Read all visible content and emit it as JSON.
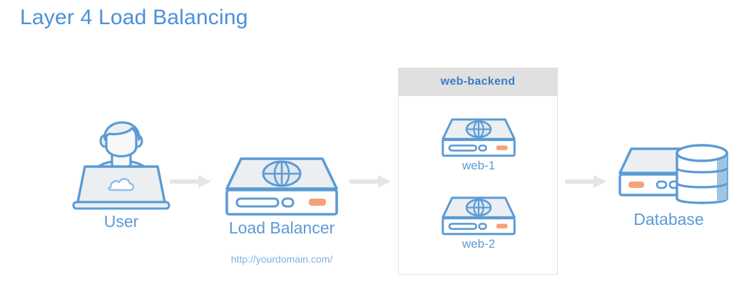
{
  "title": "Layer 4 Load Balancing",
  "colors": {
    "title_blue": "#4a90d9",
    "label_blue": "#5b9bd5",
    "sub_label_blue": "#7fb3e0",
    "header_blue": "#3a7cc4",
    "icon_outline": "#5b9bd5",
    "icon_fill": "#eceff1",
    "accent_orange": "#f5a278",
    "arrow_gray": "#e5e5e5",
    "group_header_gray": "#e0e0e0",
    "group_border_gray": "#e3e3e3",
    "background": "#ffffff"
  },
  "nodes": {
    "user": {
      "label": "User",
      "icon": "user-laptop-cloud-icon"
    },
    "load_balancer": {
      "label": "Load Balancer",
      "url": "http://yourdomain.com/",
      "icon": "server-globe-icon"
    },
    "web_backend_group": {
      "header": "web-backend",
      "servers": [
        {
          "label": "web-1",
          "icon": "server-globe-icon"
        },
        {
          "label": "web-2",
          "icon": "server-globe-icon"
        }
      ]
    },
    "database": {
      "label": "Database",
      "icon": "server-database-cylinder-icon"
    }
  },
  "arrows": [
    {
      "name": "arrow-user-to-load-balancer",
      "from": "user",
      "to": "load_balancer"
    },
    {
      "name": "arrow-load-balancer-to-web-backend",
      "from": "load_balancer",
      "to": "web_backend_group"
    },
    {
      "name": "arrow-web-backend-to-database",
      "from": "web_backend_group",
      "to": "database"
    }
  ]
}
